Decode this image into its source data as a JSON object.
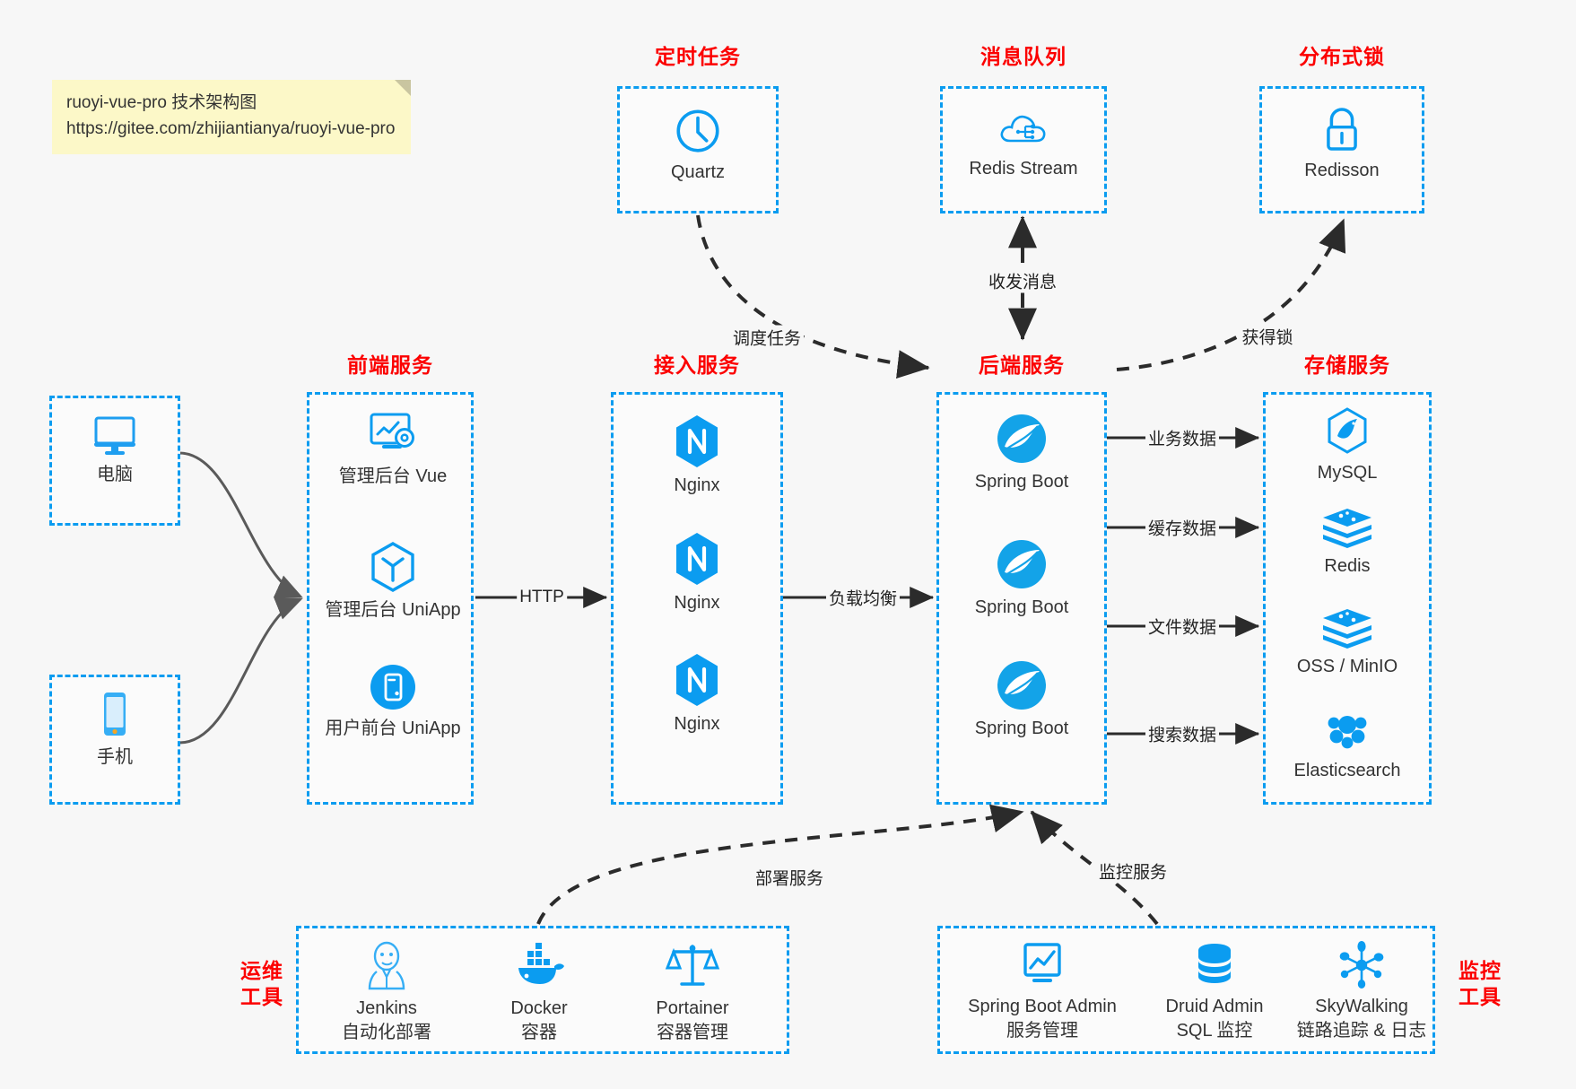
{
  "note": {
    "line1": "ruoyi-vue-pro 技术架构图",
    "line2": "https://gitee.com/zhijiantianya/ruoyi-vue-pro"
  },
  "colors": {
    "accent_blue": "#0b9cf0",
    "group_title_red": "#fc0000",
    "canvas": "#f7f7f7",
    "note_yellow": "#fcf8c8",
    "edge_dark": "#2b2b2b"
  },
  "groups": {
    "scheduled_task": {
      "title": "定时任务",
      "nodes": [
        {
          "label": "Quartz",
          "icon": "clock-icon"
        }
      ]
    },
    "message_queue": {
      "title": "消息队列",
      "nodes": [
        {
          "label": "Redis Stream",
          "icon": "cloud-stream-icon"
        }
      ]
    },
    "distributed_lock": {
      "title": "分布式锁",
      "nodes": [
        {
          "label": "Redisson",
          "icon": "lock-icon"
        }
      ]
    },
    "clients": {
      "nodes": [
        {
          "label": "电脑",
          "icon": "desktop-monitor-icon"
        },
        {
          "label": "手机",
          "icon": "mobile-phone-icon"
        }
      ]
    },
    "frontend": {
      "title": "前端服务",
      "nodes": [
        {
          "label": "管理后台 Vue",
          "icon": "dashboard-gear-icon"
        },
        {
          "label": "管理后台 UniApp",
          "icon": "hexagon-cube-icon"
        },
        {
          "label": "用户前台 UniApp",
          "icon": "mobile-circle-icon"
        }
      ]
    },
    "gateway": {
      "title": "接入服务",
      "nodes": [
        {
          "label": "Nginx",
          "icon": "nginx-icon"
        },
        {
          "label": "Nginx",
          "icon": "nginx-icon"
        },
        {
          "label": "Nginx",
          "icon": "nginx-icon"
        }
      ]
    },
    "backend": {
      "title": "后端服务",
      "nodes": [
        {
          "label": "Spring Boot",
          "icon": "spring-boot-icon"
        },
        {
          "label": "Spring Boot",
          "icon": "spring-boot-icon"
        },
        {
          "label": "Spring Boot",
          "icon": "spring-boot-icon"
        }
      ]
    },
    "storage": {
      "title": "存储服务",
      "nodes": [
        {
          "label": "MySQL",
          "icon": "mysql-dolphin-icon"
        },
        {
          "label": "Redis",
          "icon": "redis-stack-icon"
        },
        {
          "label": "OSS / MinIO",
          "icon": "redis-stack-icon"
        },
        {
          "label": "Elasticsearch",
          "icon": "elasticsearch-icon"
        }
      ]
    },
    "devops": {
      "title": "运维\n工具",
      "title_line1": "运维",
      "title_line2": "工具",
      "nodes": [
        {
          "label": "Jenkins",
          "sub": "自动化部署",
          "icon": "jenkins-butler-icon"
        },
        {
          "label": "Docker",
          "sub": "容器",
          "icon": "docker-whale-icon"
        },
        {
          "label": "Portainer",
          "sub": "容器管理",
          "icon": "scales-balance-icon"
        }
      ]
    },
    "monitoring": {
      "title_line1": "监控",
      "title_line2": "工具",
      "nodes": [
        {
          "label": "Spring Boot Admin",
          "sub": "服务管理",
          "icon": "monitor-chart-icon"
        },
        {
          "label": "Druid Admin",
          "sub": "SQL 监控",
          "icon": "database-cylinder-icon"
        },
        {
          "label": "SkyWalking",
          "sub": "链路追踪 & 日志",
          "icon": "skywalking-node-icon"
        }
      ]
    }
  },
  "edges": [
    {
      "id": "http",
      "label": "HTTP",
      "from": "frontend",
      "to": "gateway",
      "style": "solid"
    },
    {
      "id": "lb",
      "label": "负载均衡",
      "from": "gateway",
      "to": "backend",
      "style": "solid"
    },
    {
      "id": "biz-data",
      "label": "业务数据",
      "from": "backend",
      "to": "MySQL",
      "style": "solid"
    },
    {
      "id": "cache-data",
      "label": "缓存数据",
      "from": "backend",
      "to": "Redis",
      "style": "solid"
    },
    {
      "id": "file-data",
      "label": "文件数据",
      "from": "backend",
      "to": "OSS / MinIO",
      "style": "solid"
    },
    {
      "id": "search-data",
      "label": "搜索数据",
      "from": "backend",
      "to": "Elasticsearch",
      "style": "solid"
    },
    {
      "id": "schedule",
      "label": "调度任务",
      "from": "Quartz",
      "to": "backend",
      "style": "dashed"
    },
    {
      "id": "mq",
      "label": "收发消息",
      "from": "Redis Stream",
      "to": "backend",
      "style": "dashed"
    },
    {
      "id": "lock",
      "label": "获得锁",
      "from": "backend",
      "to": "Redisson",
      "style": "dashed"
    },
    {
      "id": "deploy",
      "label": "部署服务",
      "from": "devops",
      "to": "backend",
      "style": "dashed"
    },
    {
      "id": "monitor",
      "label": "监控服务",
      "from": "monitoring",
      "to": "backend",
      "style": "dashed"
    }
  ]
}
